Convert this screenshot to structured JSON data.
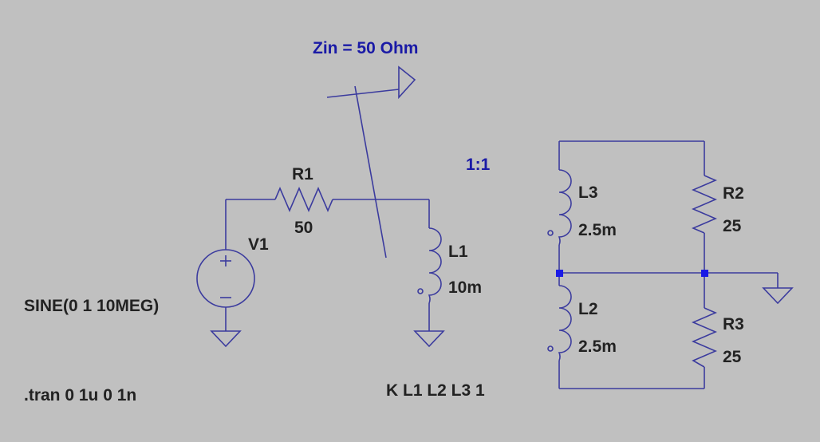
{
  "colors": {
    "background": "#c0c0c0",
    "wire": "#3b3b9e",
    "text": "#222222",
    "annotation": "#1a1aa6",
    "junction": "#1a1ae6"
  },
  "annotations": {
    "zin": "Zin = 50 Ohm",
    "ratio": "1:1"
  },
  "components": {
    "v1": {
      "name": "V1",
      "value": "SINE(0 1 10MEG)"
    },
    "r1": {
      "name": "R1",
      "value": "50"
    },
    "l1": {
      "name": "L1",
      "value": "10m"
    },
    "l2": {
      "name": "L2",
      "value": "2.5m"
    },
    "l3": {
      "name": "L3",
      "value": "2.5m"
    },
    "r2": {
      "name": "R2",
      "value": "25"
    },
    "r3": {
      "name": "R3",
      "value": "25"
    }
  },
  "directives": {
    "tran": ".tran 0 1u 0 1n",
    "coupling": "K L1 L2 L3 1"
  },
  "icons": {
    "ground": "ground-icon",
    "source": "voltage-source-icon",
    "probe": "impedance-probe-arrow-icon"
  }
}
